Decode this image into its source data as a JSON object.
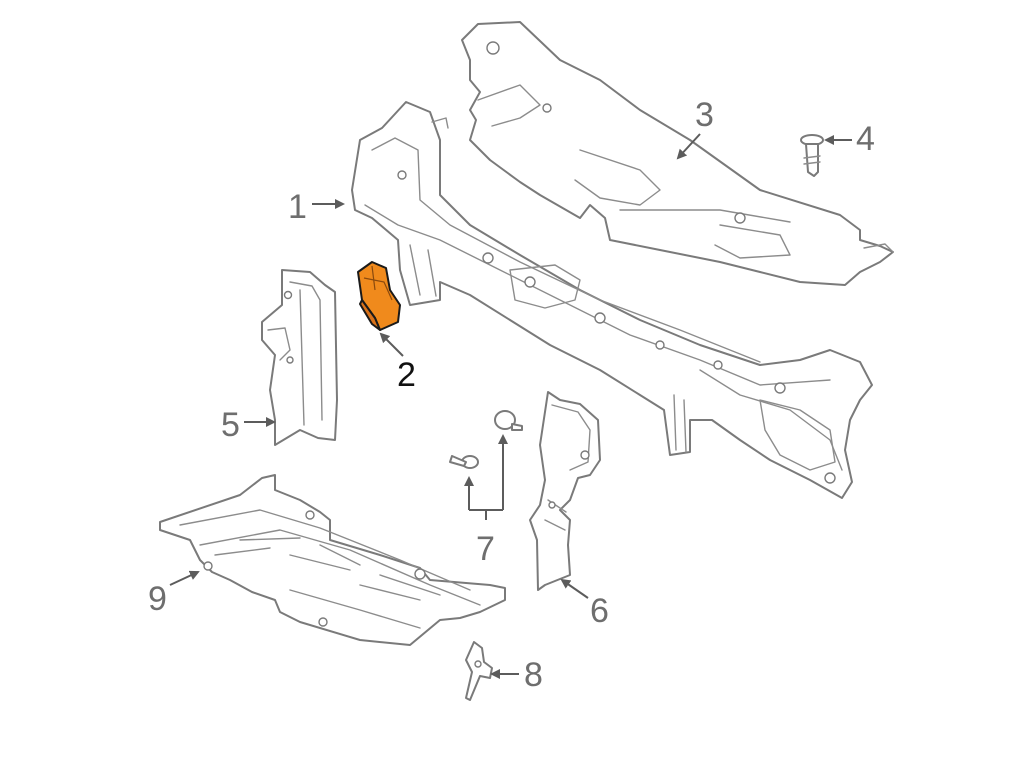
{
  "diagram": {
    "colors": {
      "outline": "#7a7a7a",
      "highlight_fill": "#f08a1c",
      "highlight_shade": "#d9721a",
      "callout_text": "#6e6e6e",
      "highlight_callout_text": "#111111"
    },
    "highlighted_part": "2",
    "callouts": [
      {
        "id": "1",
        "label": "1"
      },
      {
        "id": "2",
        "label": "2"
      },
      {
        "id": "3",
        "label": "3"
      },
      {
        "id": "4",
        "label": "4"
      },
      {
        "id": "5",
        "label": "5"
      },
      {
        "id": "6",
        "label": "6"
      },
      {
        "id": "7",
        "label": "7"
      },
      {
        "id": "8",
        "label": "8"
      },
      {
        "id": "9",
        "label": "9"
      }
    ]
  }
}
